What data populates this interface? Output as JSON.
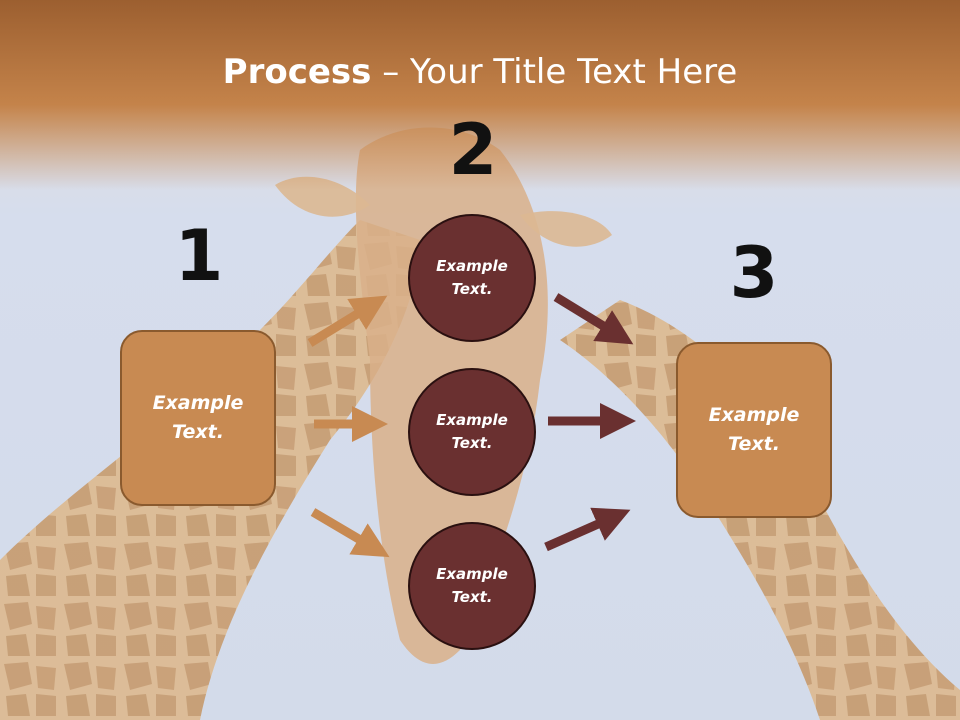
{
  "title": {
    "bold": "Process",
    "separator": " – ",
    "rest": "Your Title Text Here"
  },
  "steps": [
    {
      "number": "1",
      "text": "Example Text."
    },
    {
      "number": "2",
      "text": "Example Text."
    },
    {
      "number": "3",
      "text": "Example Text."
    }
  ],
  "circles": [
    {
      "text": "Example Text."
    },
    {
      "text": "Example Text."
    },
    {
      "text": "Example Text."
    }
  ],
  "colors": {
    "header_orange": "#c4834a",
    "box_fill": "#c88a52",
    "circle_fill": "#6a3030",
    "arrow_light": "#c88a52",
    "arrow_dark": "#6a3030"
  }
}
